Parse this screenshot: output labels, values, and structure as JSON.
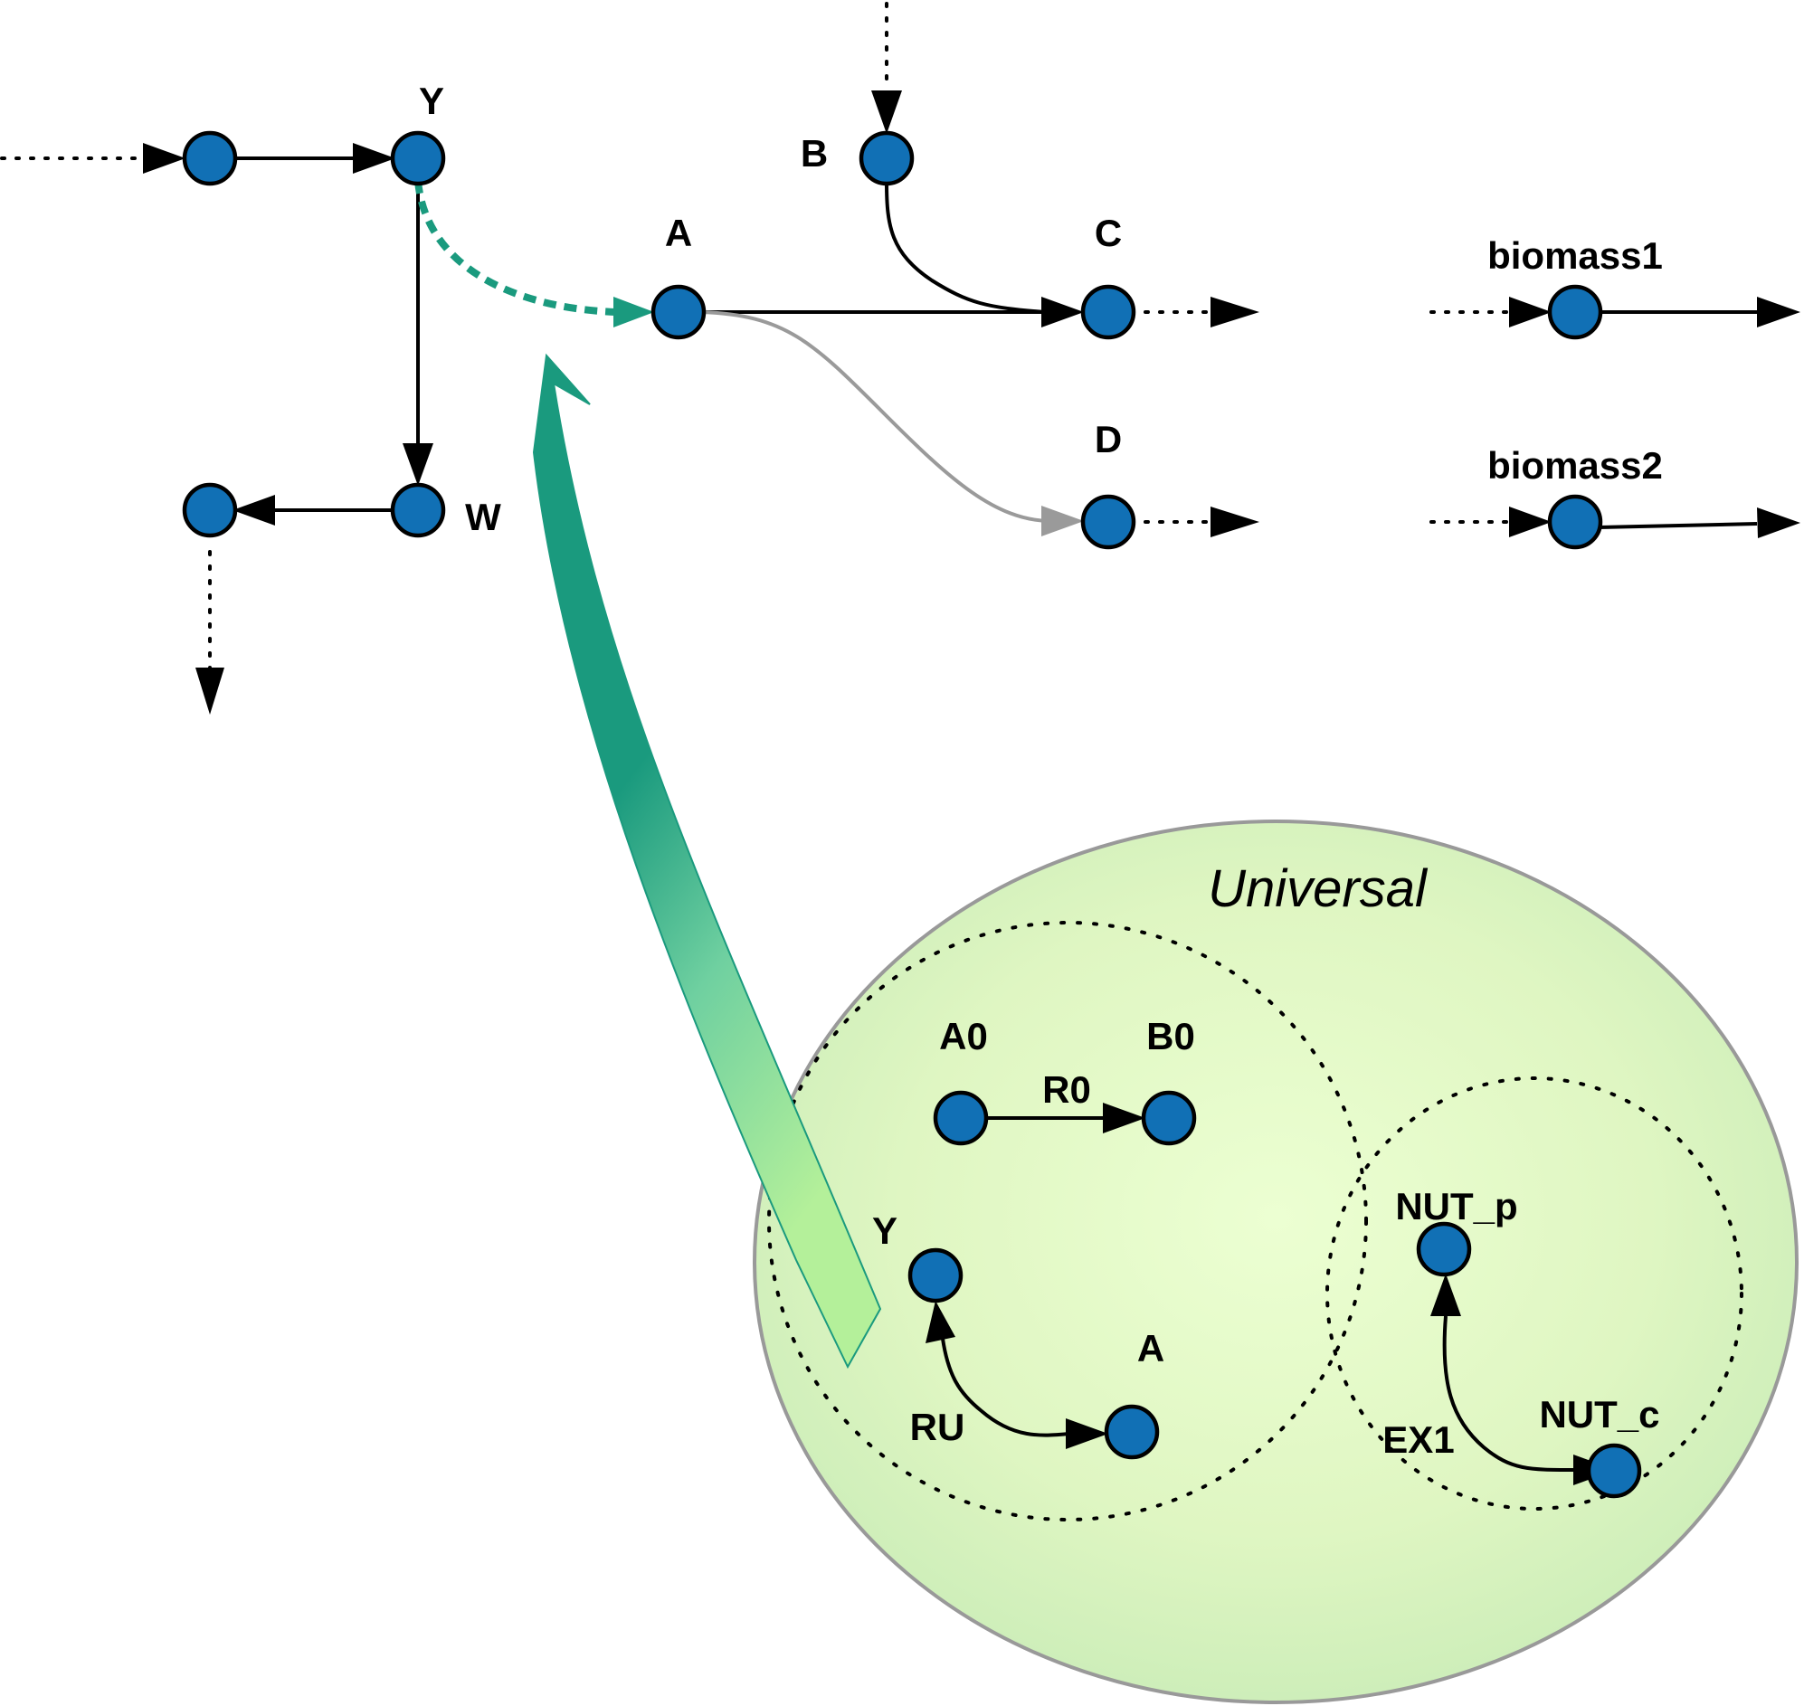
{
  "labels": {
    "Y": "Y",
    "A": "A",
    "B": "B",
    "C": "C",
    "D": "D",
    "W": "W",
    "biomass1": "biomass1",
    "biomass2": "biomass2"
  },
  "universal": {
    "title": "Universal",
    "A0": "A0",
    "B0": "B0",
    "R0": "R0",
    "Y": "Y",
    "A": "A",
    "RU": "RU",
    "NUT_p": "NUT_p",
    "NUT_c": "NUT_c",
    "EX1": "EX1"
  },
  "colors": {
    "node_fill": "#1170b5",
    "teal_arrow": "#1a9a7e",
    "gray_edge": "#9a9a9a",
    "ellipse_fill": "#dff5c0",
    "ellipse_stroke": "#999999"
  }
}
